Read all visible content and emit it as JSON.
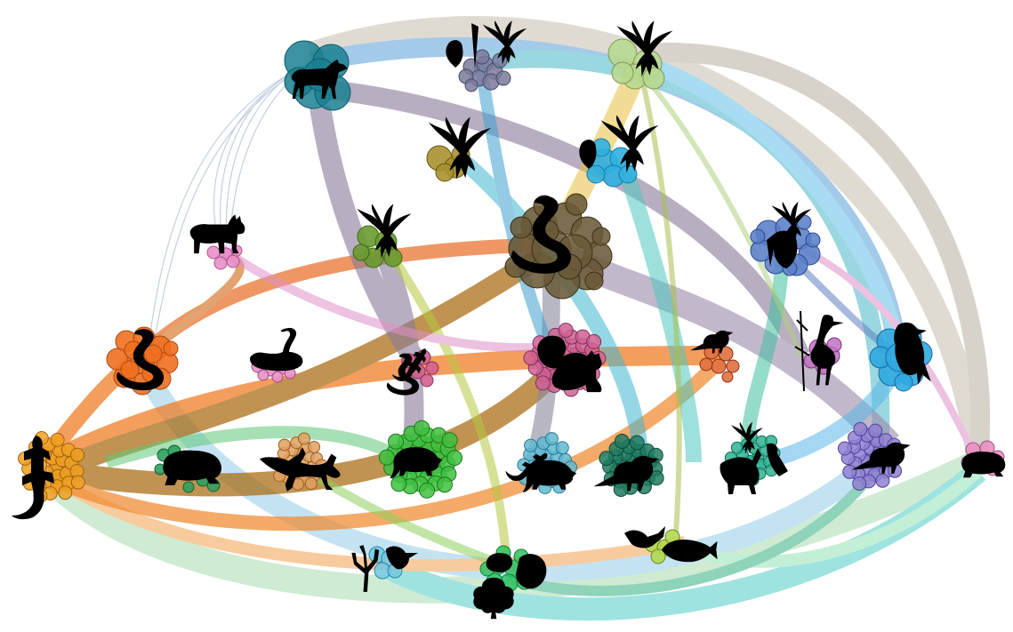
{
  "diagram": {
    "type": "food-web",
    "groups": [
      {
        "id": "wolf",
        "icon": "wolf-icon",
        "color": "#2a8a9a",
        "circles": 6
      },
      {
        "id": "owl-hawk",
        "icon": "owl-hawk-icon",
        "color": "#6a6a8a",
        "circles": 10
      },
      {
        "id": "eagle-top",
        "icon": "eagle-icon",
        "color": "#b8d890",
        "circles": 5
      },
      {
        "id": "eagle-mid",
        "icon": "eagle-icon",
        "color": "#9a8a30",
        "circles": 4
      },
      {
        "id": "owl-hawk-blue",
        "icon": "owl-hawk-icon",
        "color": "#30b0e0",
        "circles": 6
      },
      {
        "id": "lynx",
        "icon": "lynx-icon",
        "color": "#e080c0",
        "circles": 5
      },
      {
        "id": "eagle-green",
        "icon": "eagle-icon",
        "color": "#6a9a30",
        "circles": 5
      },
      {
        "id": "snake-large",
        "icon": "snake-icon",
        "color": "#5a4a30",
        "circles": 18
      },
      {
        "id": "eagle-blue",
        "icon": "eagle-icon",
        "color": "#5a80c8",
        "circles": 12
      },
      {
        "id": "snake-orange",
        "icon": "snake-icon",
        "color": "#f07020",
        "circles": 14
      },
      {
        "id": "swan",
        "icon": "swan-icon",
        "color": "#e080c0",
        "circles": 6
      },
      {
        "id": "lizard-snake",
        "icon": "lizard-snake-icon",
        "color": "#d06090",
        "circles": 6
      },
      {
        "id": "squirrel",
        "icon": "squirrel-icon",
        "color": "#d06090",
        "circles": 40
      },
      {
        "id": "songbird",
        "icon": "songbird-icon",
        "color": "#e07040",
        "circles": 6
      },
      {
        "id": "heron",
        "icon": "heron-icon",
        "color": "#c070c0",
        "circles": 5
      },
      {
        "id": "crow",
        "icon": "crow-icon",
        "color": "#30a8e0",
        "circles": 8
      },
      {
        "id": "lizard-orange",
        "icon": "lizard-icon",
        "color": "#f0a020",
        "circles": 30
      },
      {
        "id": "toad",
        "icon": "toad-icon",
        "color": "#30a060",
        "circles": 8
      },
      {
        "id": "gecko",
        "icon": "gecko-icon",
        "color": "#e0a060",
        "circles": 25
      },
      {
        "id": "rat",
        "icon": "rat-icon",
        "color": "#40c040",
        "circles": 40
      },
      {
        "id": "lizard-rat",
        "icon": "lizard-rat-icon",
        "color": "#60b8d0",
        "circles": 25
      },
      {
        "id": "finch",
        "icon": "finch-icon",
        "color": "#207a60",
        "circles": 30
      },
      {
        "id": "deer-birds",
        "icon": "deer-bird-icon",
        "color": "#30b090",
        "circles": 20
      },
      {
        "id": "sparrow",
        "icon": "sparrow-icon",
        "color": "#9080d0",
        "circles": 30
      },
      {
        "id": "frog",
        "icon": "frog-icon",
        "color": "#e080b0",
        "circles": 5
      },
      {
        "id": "coral-insect",
        "icon": "coral-insect-icon",
        "color": "#60c8e0",
        "circles": 4
      },
      {
        "id": "beetle-tree",
        "icon": "beetle-tree-icon",
        "color": "#30c060",
        "circles": 8
      },
      {
        "id": "crayfish-fish",
        "icon": "crayfish-fish-icon",
        "color": "#a0d040",
        "circles": 4
      }
    ]
  }
}
